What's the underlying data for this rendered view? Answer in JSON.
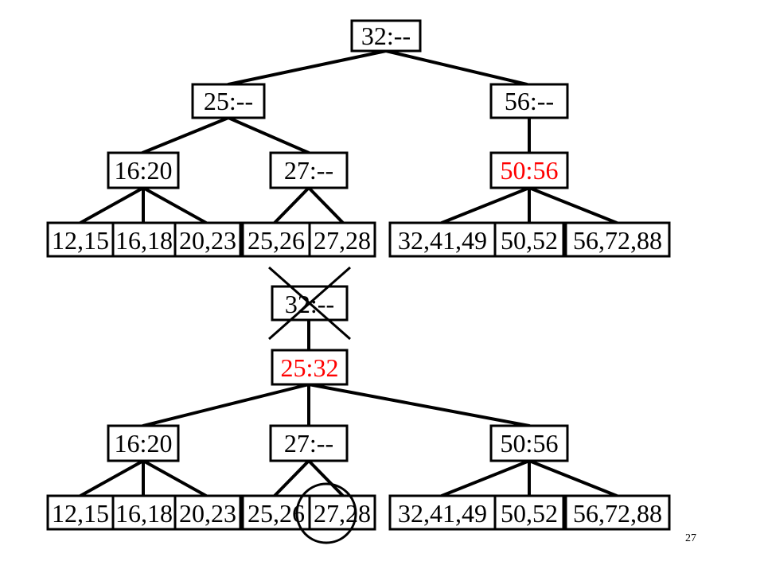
{
  "colors": {
    "default": "#000000",
    "highlight": "#ff0000"
  },
  "top_tree": {
    "root": {
      "label": "32:--"
    },
    "level1": [
      {
        "label": "25:--"
      },
      {
        "label": "56:--"
      }
    ],
    "level2": [
      {
        "label": "16:20"
      },
      {
        "label": "27:--"
      },
      {
        "label": "50:56",
        "highlight": true
      }
    ],
    "leaves": [
      {
        "label": "12,15"
      },
      {
        "label": "16,18"
      },
      {
        "label": "20,23"
      },
      {
        "label": "25,26"
      },
      {
        "label": "27,28"
      },
      {
        "label": "32,41,49"
      },
      {
        "label": "50,52"
      },
      {
        "label": "56,72,88"
      }
    ]
  },
  "bottom_tree": {
    "crossed_root": {
      "label": "32:--",
      "crossed_out": true
    },
    "root": {
      "label": "25:32",
      "highlight": true
    },
    "level1": [
      {
        "label": "16:20"
      },
      {
        "label": "27:--"
      },
      {
        "label": "50:56"
      }
    ],
    "leaves": [
      {
        "label": "12,15"
      },
      {
        "label": "16,18"
      },
      {
        "label": "20,23"
      },
      {
        "label": "25,26"
      },
      {
        "label": "27,28",
        "circled": true
      },
      {
        "label": "32,41,49"
      },
      {
        "label": "50,52"
      },
      {
        "label": "56,72,88"
      }
    ]
  },
  "page_number": "27"
}
